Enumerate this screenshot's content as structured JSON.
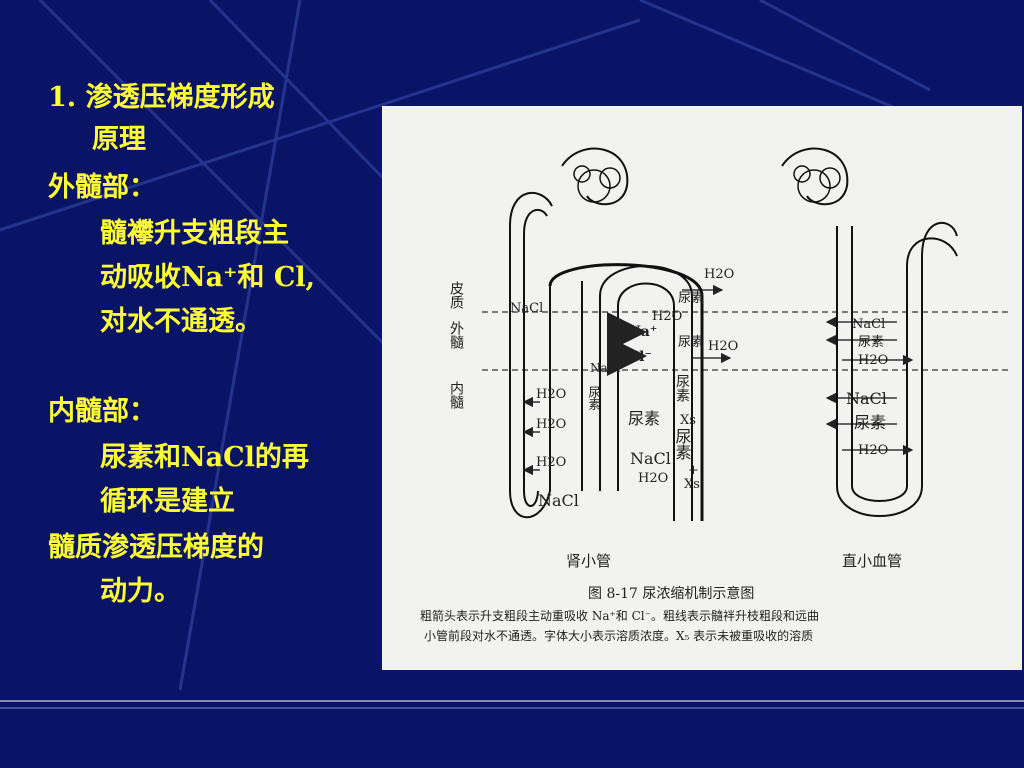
{
  "colors": {
    "background": "#0a1466",
    "text": "#ffff33",
    "figure_bg": "#f2f2f0"
  },
  "slide": {
    "heading_line1": "1.  渗透压梯度形成",
    "heading_line2": "原理",
    "outer_label": "外髓部：",
    "outer_line1": "髓襻升支粗段主",
    "outer_line2": "动吸收Na⁺和 Cl,",
    "outer_line3": "对水不通透。",
    "inner_label": "内髓部：",
    "inner_line1": "尿素和NaCl的再",
    "inner_line2": "循环是建立",
    "inner_line3": "髓质渗透压梯度的",
    "inner_line4": "动力。"
  },
  "figure": {
    "zone_cortex": "皮质",
    "zone_outer_medulla": "外髓",
    "zone_inner_medulla": "内髓",
    "nacl": "NaCl",
    "h2o": "H2O",
    "urea": "尿素",
    "na_ion": "Na⁺",
    "cl_ion": "Cl⁻",
    "xs": "Xs",
    "plus": "+",
    "tubule_label": "肾小管",
    "vessel_label": "直小血管",
    "caption_title": "图 8-17   尿浓缩机制示意图",
    "caption_line1": "粗箭头表示升支粗段主动重吸收 Na⁺和 Cl⁻。粗线表示髓袢升枝粗段和远曲",
    "caption_line2": "小管前段对水不通透。字体大小表示溶质浓度。X₅ 表示未被重吸收的溶质"
  }
}
